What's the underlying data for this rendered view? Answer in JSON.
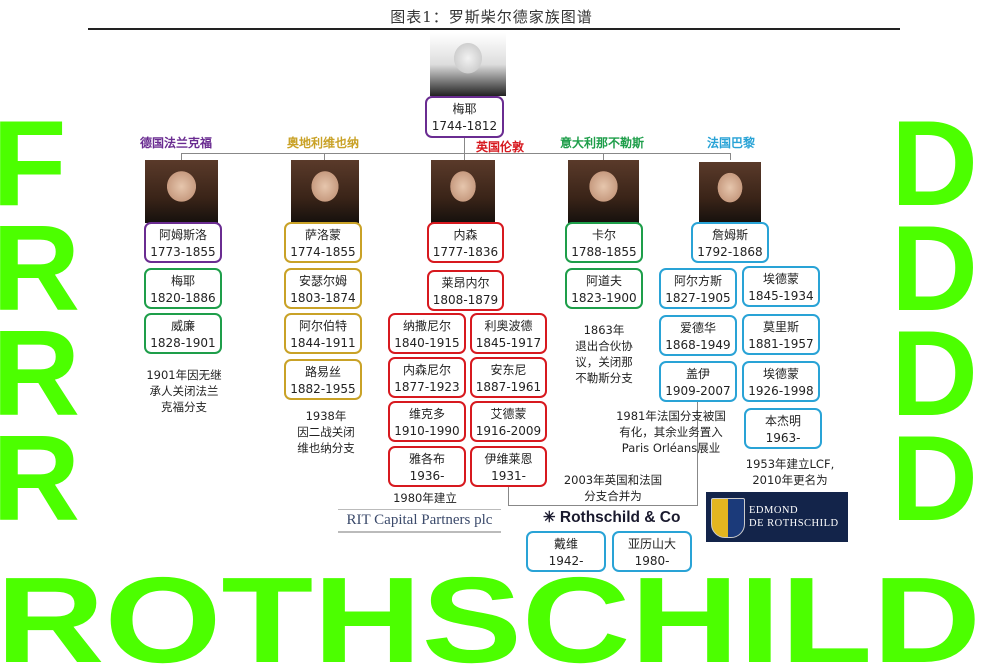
{
  "watermark": {
    "color": "#4cff00",
    "left_letters": [
      "F",
      "R",
      "R",
      "R"
    ],
    "right_letters": [
      "D",
      "D",
      "D",
      "D"
    ],
    "bottom_word": "ROTHSCHILD"
  },
  "title": "图表1：罗斯柴尔德家族图谱",
  "founder": {
    "name": "梅耶",
    "years": "1744-1812",
    "color": "#6a2c91"
  },
  "colors": {
    "purple": "#6a2c91",
    "gold": "#c9a227",
    "red": "#d7191f",
    "green": "#1e9e4a",
    "cyan": "#29a3d6"
  },
  "frankfurt": {
    "label": "德国法兰克福",
    "head": {
      "name": "阿姆斯洛",
      "years": "1773-1855"
    },
    "members": [
      {
        "name": "梅耶",
        "years": "1820-1886"
      },
      {
        "name": "威廉",
        "years": "1828-1901"
      }
    ],
    "note": [
      "1901年因无继",
      "承人关闭法兰",
      "克福分支"
    ]
  },
  "vienna": {
    "label": "奥地利维也纳",
    "head": {
      "name": "萨洛蒙",
      "years": "1774-1855"
    },
    "members": [
      {
        "name": "安瑟尔姆",
        "years": "1803-1874"
      },
      {
        "name": "阿尔伯特",
        "years": "1844-1911"
      },
      {
        "name": "路易丝",
        "years": "1882-1955"
      }
    ],
    "note": [
      "1938年",
      "因二战关闭",
      "维也纳分支"
    ]
  },
  "london": {
    "label": "英国伦敦",
    "head": {
      "name": "内森",
      "years": "1777-1836"
    },
    "second": {
      "name": "莱昂内尔",
      "years": "1808-1879"
    },
    "left": [
      {
        "name": "纳撒尼尔",
        "years": "1840-1915"
      },
      {
        "name": "内森尼尔",
        "years": "1877-1923"
      },
      {
        "name": "维克多",
        "years": "1910-1990"
      },
      {
        "name": "雅各布",
        "years": "1936-"
      }
    ],
    "right": [
      {
        "name": "利奥波德",
        "years": "1845-1917"
      },
      {
        "name": "安东尼",
        "years": "1887-1961"
      },
      {
        "name": "艾德蒙",
        "years": "1916-2009"
      },
      {
        "name": "伊维莱恩",
        "years": "1931-"
      }
    ],
    "note": "1980年建立",
    "logo": "RIT Capital Partners plc"
  },
  "naples": {
    "label": "意大利那不勒斯",
    "head": {
      "name": "卡尔",
      "years": "1788-1855"
    },
    "members": [
      {
        "name": "阿道夫",
        "years": "1823-1900"
      }
    ],
    "note": [
      "1863年",
      "退出合伙协",
      "议，关闭那",
      "不勒斯分支"
    ]
  },
  "paris": {
    "label": "法国巴黎",
    "head": {
      "name": "詹姆斯",
      "years": "1792-1868"
    },
    "left": [
      {
        "name": "阿尔方斯",
        "years": "1827-1905"
      },
      {
        "name": "爱德华",
        "years": "1868-1949"
      },
      {
        "name": "盖伊",
        "years": "1909-2007"
      }
    ],
    "right": [
      {
        "name": "埃德蒙",
        "years": "1845-1934"
      },
      {
        "name": "莫里斯",
        "years": "1881-1957"
      },
      {
        "name": "埃德蒙",
        "years": "1926-1998"
      },
      {
        "name": "本杰明",
        "years": "1963-"
      }
    ],
    "note_nationalized": [
      "1981年法国分支被国",
      "有化，其余业务置入",
      "Paris Orléans展业"
    ],
    "note_lcf": [
      "1953年建立LCF,",
      "2010年更名为"
    ],
    "logo": [
      "EDMOND",
      "DE ROTHSCHILD"
    ]
  },
  "merged": {
    "note": [
      "2003年英国和法国",
      "分支合并为"
    ],
    "logo": "Rothschild & Co",
    "members": [
      {
        "name": "戴维",
        "years": "1942-"
      },
      {
        "name": "亚历山大",
        "years": "1980-"
      }
    ]
  }
}
